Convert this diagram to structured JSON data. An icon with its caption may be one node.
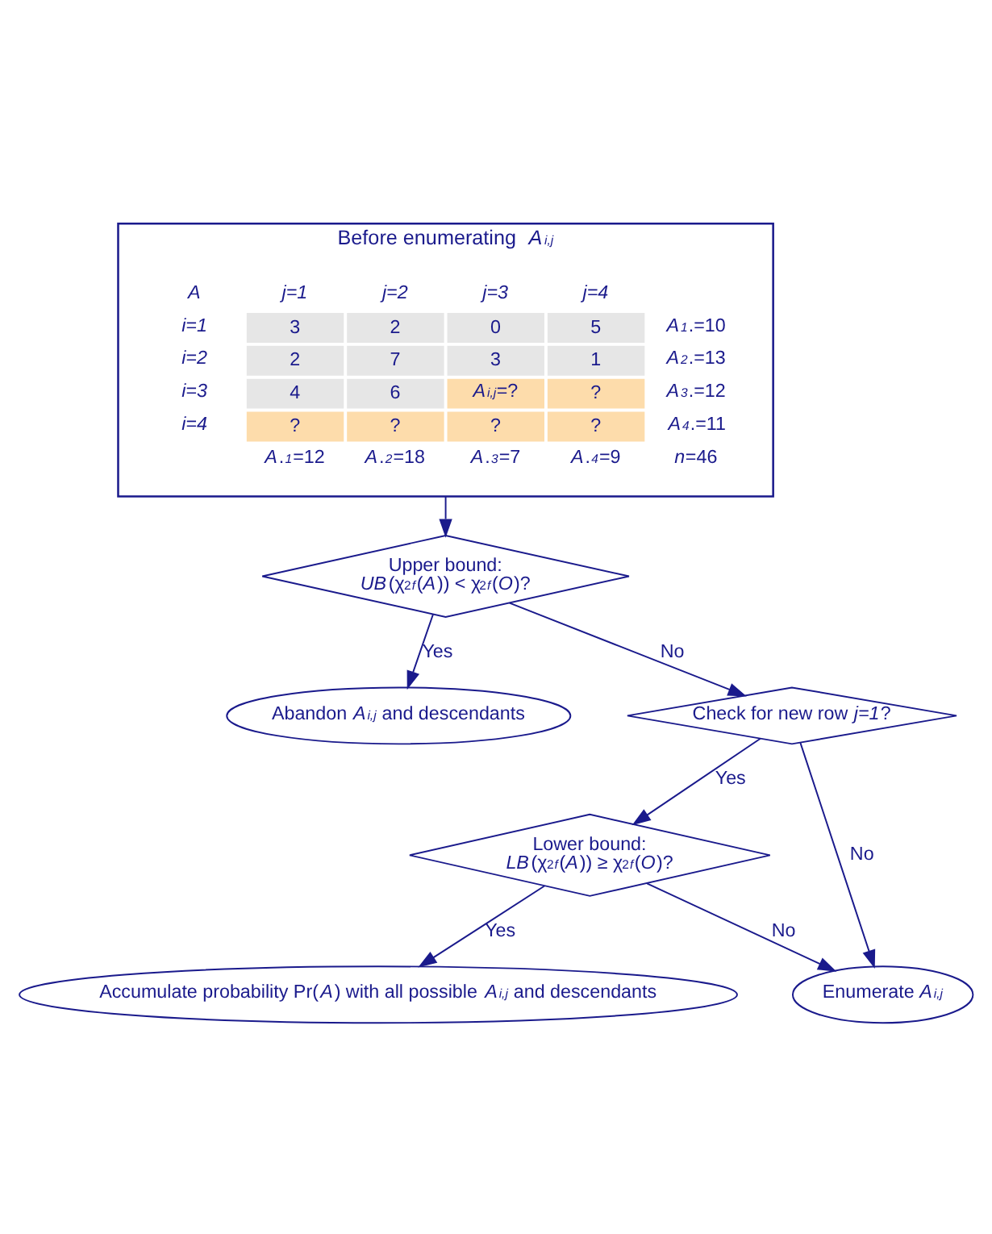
{
  "diagram": {
    "nodes": [
      {
        "text": [
          "Before enumerating *A*$_{i,j}$"
        ]
      },
      {
        "text": [
          "Upper bound:",
          "*UB*(χ$^{2}$$_{f}$(*A*)) < χ$^{2}$$_{f}$(*O*)?"
        ]
      },
      {
        "text": [
          "Abandon *A*$_{i,j}$ and descendants"
        ]
      },
      {
        "text": [
          "Check for new row *j=1*?"
        ]
      },
      {
        "text": [
          "Lower bound:",
          "*LB*(χ$^{2}$$_{f}$(*A*)) ≥ χ$^{2}$$_{f}$(*O*)?"
        ]
      },
      {
        "text": [
          "Accumulate probability Pr(*A*) with all possible *A*$_{i,j}$ and descendants"
        ]
      },
      {
        "text": [
          "Enumerate *A*$_{i,j}$"
        ]
      }
    ],
    "edges": [
      {
        "from": 0,
        "to": 1,
        "arrow": "to"
      },
      {
        "from": 1,
        "to": 2,
        "arrow": "to",
        "label": "Yes"
      },
      {
        "from": 1,
        "to": 3,
        "arrow": "to",
        "label": "No"
      },
      {
        "from": 3,
        "to": 4,
        "arrow": "to",
        "label": "Yes"
      },
      {
        "from": 3,
        "to": 6,
        "arrow": "to",
        "label": "No"
      },
      {
        "from": 4,
        "to": 5,
        "arrow": "to",
        "label": "Yes"
      },
      {
        "from": 4,
        "to": 6,
        "arrow": "to",
        "label": "No"
      }
    ],
    "labels": [
      "*A*",
      "*j=1*",
      "*j=2*",
      "*j=3*",
      "*j=4*",
      "*i=1*",
      "3",
      "2",
      "0",
      "5",
      "*A*$_{1}$.=10",
      "*i=2*",
      "2",
      "7",
      "3",
      "1",
      "*A*$_{2}$.=13",
      "*i=3*",
      "4",
      "6",
      "*A*$_{i,j}$=?",
      "?",
      "*A*$_{3}$.=12",
      "*i=4*",
      "?",
      "?",
      "?",
      "?",
      "*A*$_{4}$.=11",
      "*A*.$_{1}$=12",
      "*A*.$_{2}$=18",
      "*A*.$_{3}$=7",
      "*A*.$_{4}$=9",
      "*n*=46"
    ]
  }
}
